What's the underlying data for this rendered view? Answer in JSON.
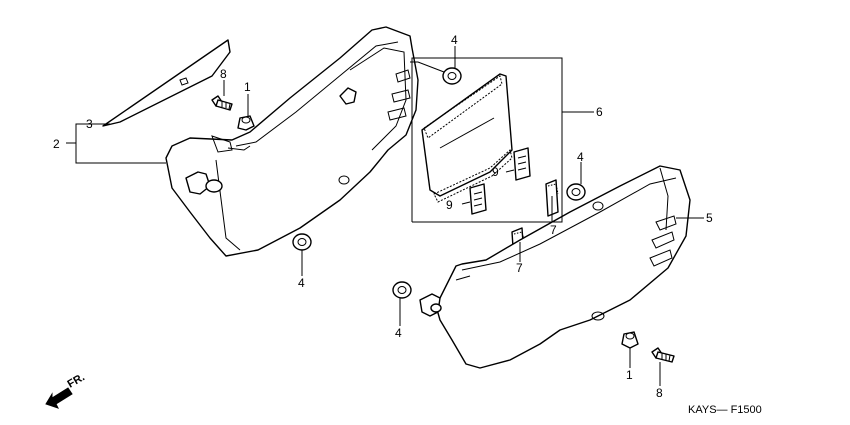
{
  "callouts": [
    {
      "id": "c1a",
      "text": "1"
    },
    {
      "id": "c1b",
      "text": "1"
    },
    {
      "id": "c2",
      "text": "2"
    },
    {
      "id": "c3",
      "text": "3"
    },
    {
      "id": "c4a",
      "text": "4"
    },
    {
      "id": "c4b",
      "text": "4"
    },
    {
      "id": "c4c",
      "text": "4"
    },
    {
      "id": "c4d",
      "text": "4"
    },
    {
      "id": "c5",
      "text": "5"
    },
    {
      "id": "c6",
      "text": "6"
    },
    {
      "id": "c7a",
      "text": "7"
    },
    {
      "id": "c7b",
      "text": "7"
    },
    {
      "id": "c8a",
      "text": "8"
    },
    {
      "id": "c8b",
      "text": "8"
    },
    {
      "id": "c9a",
      "text": "9"
    },
    {
      "id": "c9b",
      "text": "9"
    }
  ],
  "front_marker": "FR.",
  "diagram_code": "KAYS— F1500"
}
